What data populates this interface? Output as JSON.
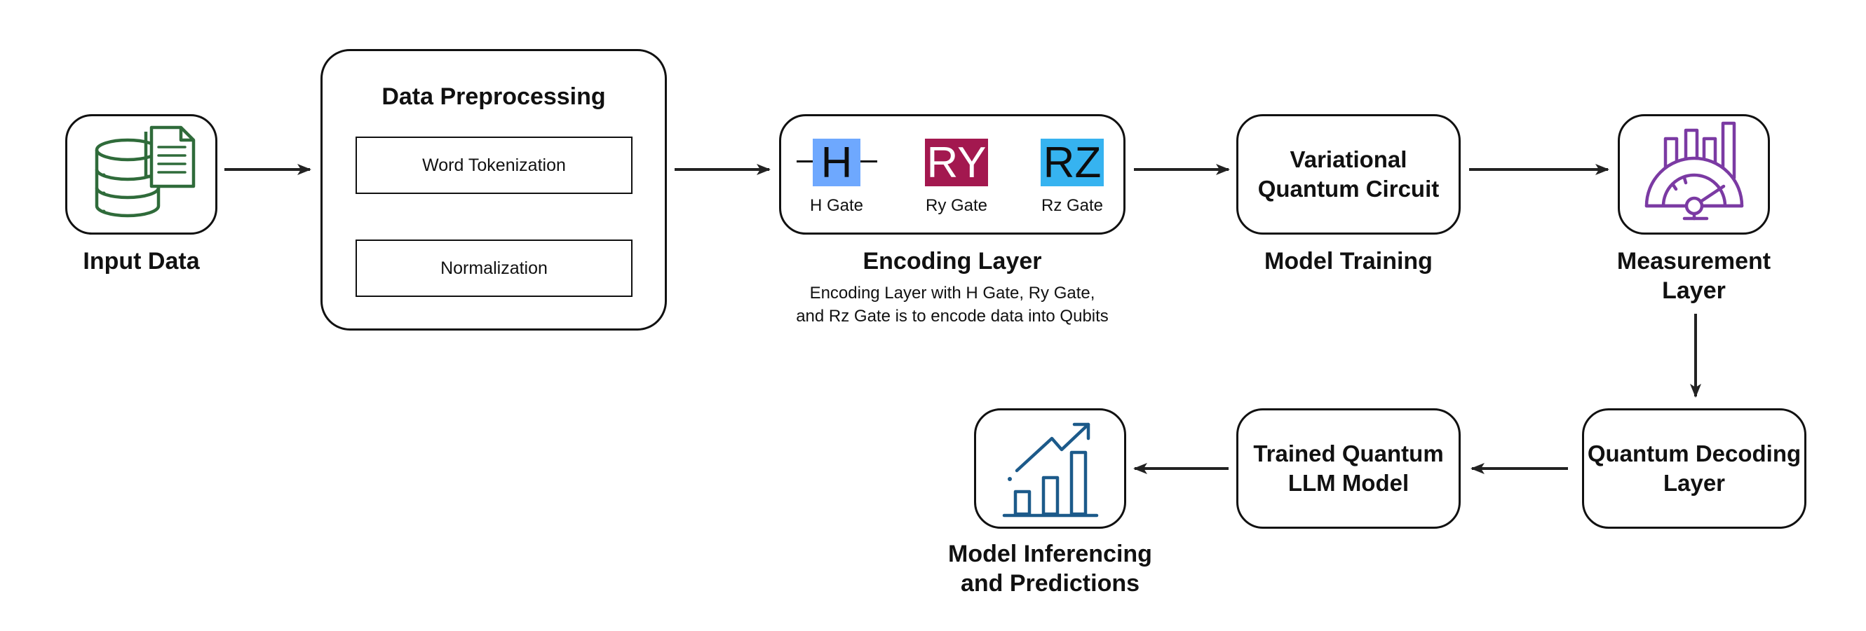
{
  "nodes": {
    "input": {
      "label": "Input Data"
    },
    "preprocessing": {
      "title": "Data Preprocessing",
      "steps": [
        "Word Tokenization",
        "Normalization"
      ]
    },
    "encoding": {
      "label": "Encoding Layer",
      "description_lines": [
        "Encoding Layer with H Gate, Ry Gate,",
        "and Rz Gate is to encode data into Qubits"
      ],
      "gates": [
        {
          "symbol": "H",
          "caption": "H Gate",
          "color": "#6ea8fe"
        },
        {
          "symbol": "RY",
          "caption": "Ry Gate",
          "color": "#a3184f"
        },
        {
          "symbol": "RZ",
          "caption": "Rz Gate",
          "color": "#36b3f0"
        }
      ]
    },
    "training": {
      "box_lines": [
        "Variational",
        "Quantum Circuit"
      ],
      "label": "Model Training"
    },
    "measurement": {
      "label_lines": [
        "Measurement",
        "Layer"
      ]
    },
    "decoding": {
      "box_lines": [
        "Quantum Decoding",
        "Layer"
      ]
    },
    "trained": {
      "box_lines": [
        "Trained Quantum",
        "LLM Model"
      ]
    },
    "inference": {
      "label_lines": [
        "Model Inferencing",
        "and Predictions"
      ]
    }
  },
  "colors": {
    "database_icon": "#2f6b3a",
    "measurement_icon": "#7b3aa3",
    "growth_chart_icon": "#1c5a8a"
  },
  "icons": {
    "input": "database-document-icon",
    "measurement": "gauge-bar-chart-icon",
    "inference": "growth-bar-chart-icon"
  }
}
